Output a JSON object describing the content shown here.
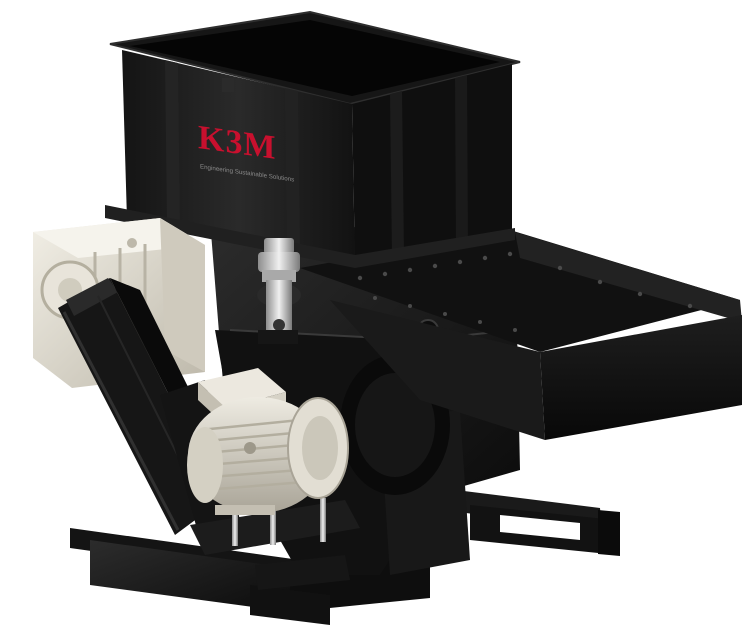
{
  "image": {
    "subject": "Single-shaft industrial shredder with hopper, gearbox, belt guard, electric motor and hydraulic pusher frame",
    "background_color": "#ffffff"
  },
  "logo": {
    "wordmark": "K3M",
    "tagline": "Engineering Sustainable Solutions",
    "color": "#c8102e"
  },
  "colors": {
    "machine_body": "#1b1b1b",
    "gearbox": "#e6e2d8",
    "motor": "#d9d5ca",
    "steel": "#c9c9c9"
  }
}
